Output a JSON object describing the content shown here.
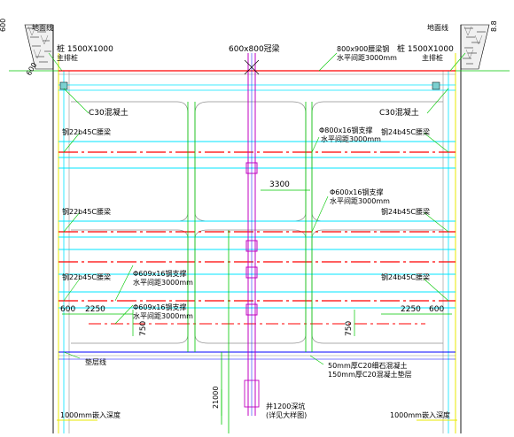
{
  "colors": {
    "background": "#ffffff",
    "red_line": "#ff0000",
    "cyan_line": "#00e5ff",
    "green_line": "#00c800",
    "yellow_line": "#e8e800",
    "magenta_line": "#c000c0",
    "blue_line": "#0000ff",
    "gray_line": "#909090",
    "text": "#000000"
  },
  "labels": {
    "top_left_dim": "600",
    "top_left_soil": "地面线",
    "top_left_pile": "桩 1500X1000",
    "top_left_pile_sub": "主排桩",
    "top_left_dim_side": "600",
    "top_right_dims": "8.8",
    "top_right_soil": "地面线",
    "top_right_pile": "桩 1500X1000",
    "top_right_pile_sub": "主排桩",
    "top_center_beam": "600x800冠梁",
    "top_right_beam": "800x900腰梁钢",
    "top_right_beam_sub": "水平间距3000mm",
    "c30_left": "C30混凝土",
    "c30_right": "C30混凝土",
    "left_brace_1": "钢22b45C腰梁",
    "right_brace_1": "钢24b45C腰梁",
    "center_strut_1": "Φ800x16钢支撑",
    "center_strut_1_sub": "水平间距3000mm",
    "dim_3300": "3300",
    "center_strut_2": "Φ600x16钢支撑",
    "center_strut_2_sub": "水平间距3000mm",
    "left_brace_2": "钢22b45C腰梁",
    "right_brace_2": "钢24b45C腰梁",
    "left_brace_3": "钢22b45C腰梁",
    "right_brace_3": "钢24b45C腰梁",
    "left_strut_3": "Φ609x16钢支撑",
    "left_strut_3_sub": "水平间距3000mm",
    "left_strut_4": "Φ609x16钢支撑",
    "left_strut_4_sub": "水平间距3000mm",
    "dim_600_left": "600",
    "dim_2250_left": "2250",
    "dim_2250_right": "2250",
    "dim_600_right": "600",
    "dim_750_left": "750",
    "dim_750_right": "750",
    "bottom_left_label": "垫层线",
    "bottom_right_note_1": "50mm厚C20细石混凝土",
    "bottom_right_note_2": "150mm厚C20混凝土垫层",
    "dim_21000": "21000",
    "well_label": "井1200深坑",
    "well_label_sub": "(详见大样图)",
    "bottom_left_embed": "1000mm嵌入深度",
    "bottom_right_embed": "1000mm嵌入深度"
  }
}
